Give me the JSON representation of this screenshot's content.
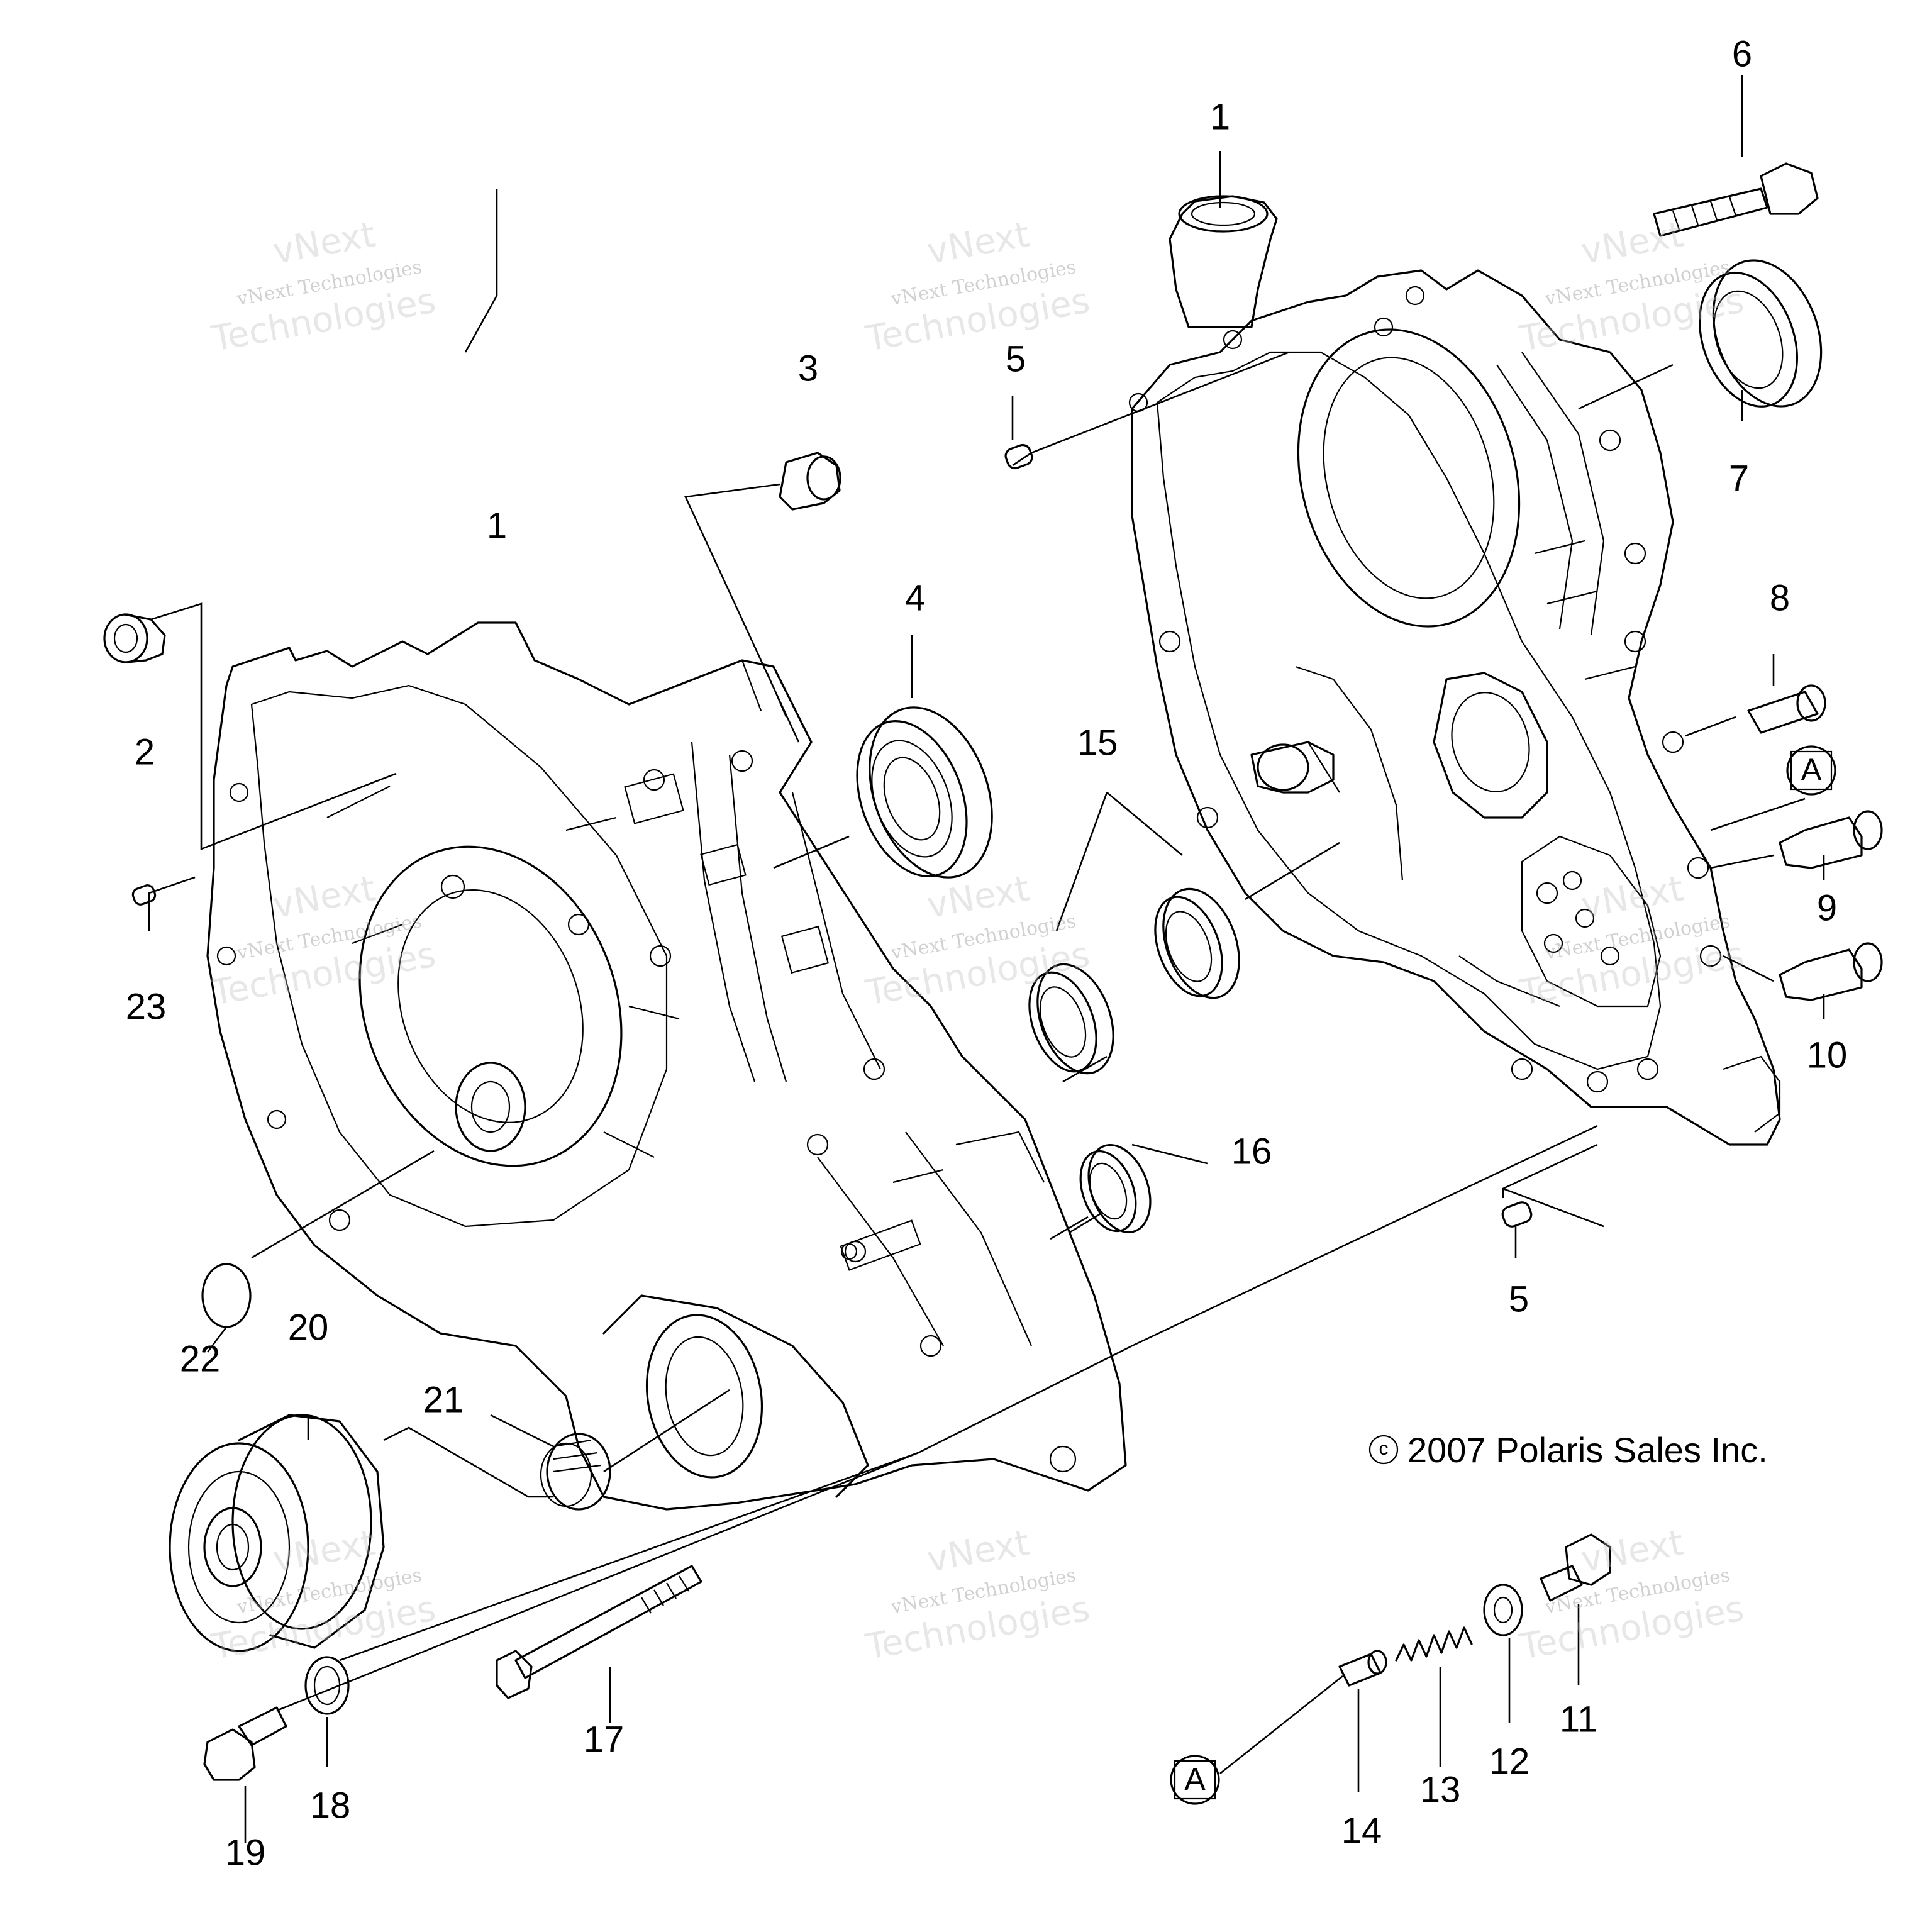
{
  "diagram": {
    "callouts": [
      {
        "id": "c1a",
        "text": "1"
      },
      {
        "id": "c1b",
        "text": "1"
      },
      {
        "id": "c2",
        "text": "2"
      },
      {
        "id": "c3",
        "text": "3"
      },
      {
        "id": "c4",
        "text": "4"
      },
      {
        "id": "c5a",
        "text": "5"
      },
      {
        "id": "c5b",
        "text": "5"
      },
      {
        "id": "c6",
        "text": "6"
      },
      {
        "id": "c7",
        "text": "7"
      },
      {
        "id": "c8",
        "text": "8"
      },
      {
        "id": "c9",
        "text": "9"
      },
      {
        "id": "c10",
        "text": "10"
      },
      {
        "id": "c11",
        "text": "11"
      },
      {
        "id": "c12",
        "text": "12"
      },
      {
        "id": "c13",
        "text": "13"
      },
      {
        "id": "c14",
        "text": "14"
      },
      {
        "id": "c15",
        "text": "15"
      },
      {
        "id": "c16",
        "text": "16"
      },
      {
        "id": "c17",
        "text": "17"
      },
      {
        "id": "c18",
        "text": "18"
      },
      {
        "id": "c19",
        "text": "19"
      },
      {
        "id": "c20",
        "text": "20"
      },
      {
        "id": "c21",
        "text": "21"
      },
      {
        "id": "c22",
        "text": "22"
      },
      {
        "id": "c23",
        "text": "23"
      }
    ],
    "reference_marks": [
      "A",
      "A"
    ],
    "copyright": "2007 Polaris Sales Inc.",
    "copyright_symbol": "c",
    "watermark": {
      "line1": "vNext",
      "line2": "vNext Technologies",
      "line3": "Technologies"
    }
  }
}
